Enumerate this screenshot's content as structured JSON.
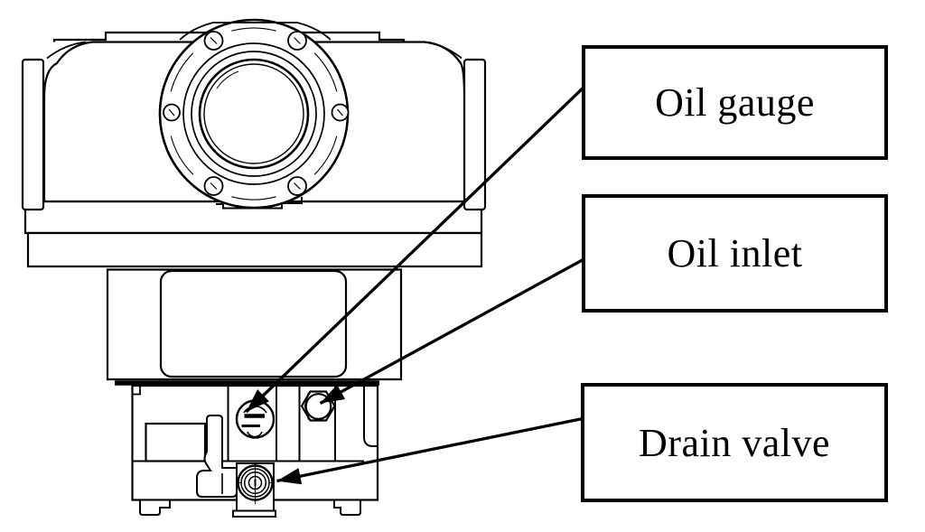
{
  "theme": {
    "background": "#ffffff",
    "line_color": "#000000",
    "text_color": "#000000"
  },
  "callouts": [
    {
      "label": "Oil gauge",
      "target": "oil-gauge-sight-glass"
    },
    {
      "label": "Oil inlet",
      "target": "oil-inlet-plug"
    },
    {
      "label": "Drain valve",
      "target": "drain-valve"
    }
  ]
}
